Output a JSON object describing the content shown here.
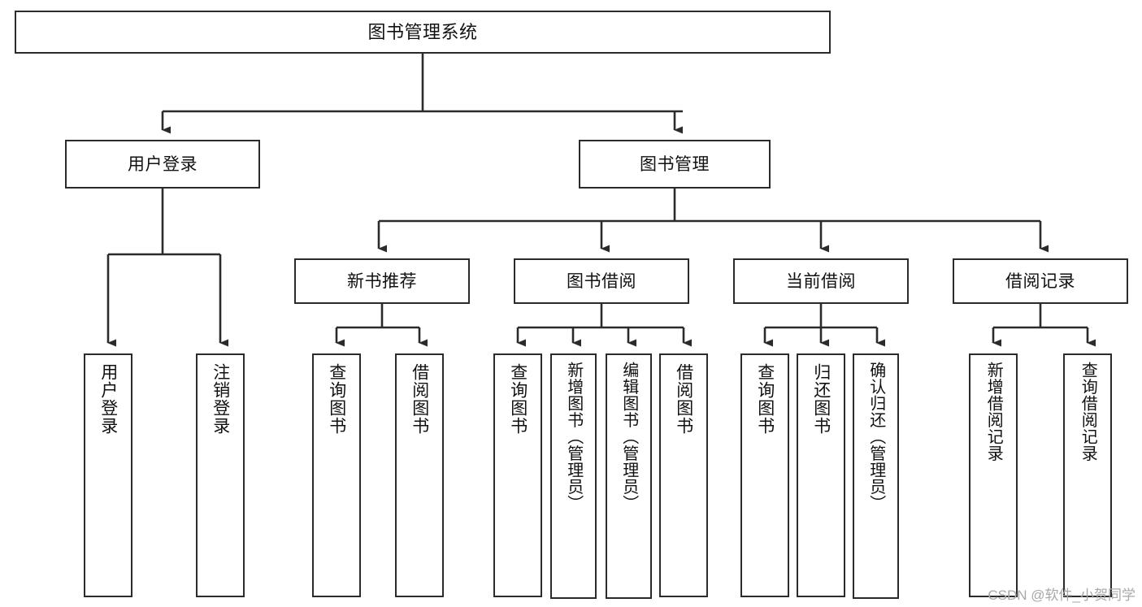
{
  "diagram": {
    "title": "图书管理系统",
    "type": "hierarchy-tree",
    "root": {
      "label": "图书管理系统"
    },
    "level1": [
      {
        "label": "用户登录"
      },
      {
        "label": "图书管理"
      }
    ],
    "level2": [
      {
        "label": "新书推荐"
      },
      {
        "label": "图书借阅"
      },
      {
        "label": "当前借阅"
      },
      {
        "label": "借阅记录"
      }
    ],
    "leaves": {
      "user_login": [
        {
          "label": "用户登录"
        },
        {
          "label": "注销登录"
        }
      ],
      "new_book_recommend": [
        {
          "label": "查询图书"
        },
        {
          "label": "借阅图书"
        }
      ],
      "book_borrow": [
        {
          "label": "查询图书"
        },
        {
          "label": "新增图书（管理员）"
        },
        {
          "label": "编辑图书（管理员）"
        },
        {
          "label": "借阅图书"
        }
      ],
      "current_borrow": [
        {
          "label": "查询图书"
        },
        {
          "label": "归还图书"
        },
        {
          "label": "确认归还（管理员）"
        }
      ],
      "borrow_record": [
        {
          "label": "新增借阅记录"
        },
        {
          "label": "查询借阅记录"
        }
      ]
    }
  },
  "watermark": {
    "text": "CSDN @软件_小贺同学"
  },
  "colors": {
    "stroke": "#2b2b2b",
    "background": "#ffffff",
    "text": "#111111",
    "watermark": "#a8a8a8"
  }
}
